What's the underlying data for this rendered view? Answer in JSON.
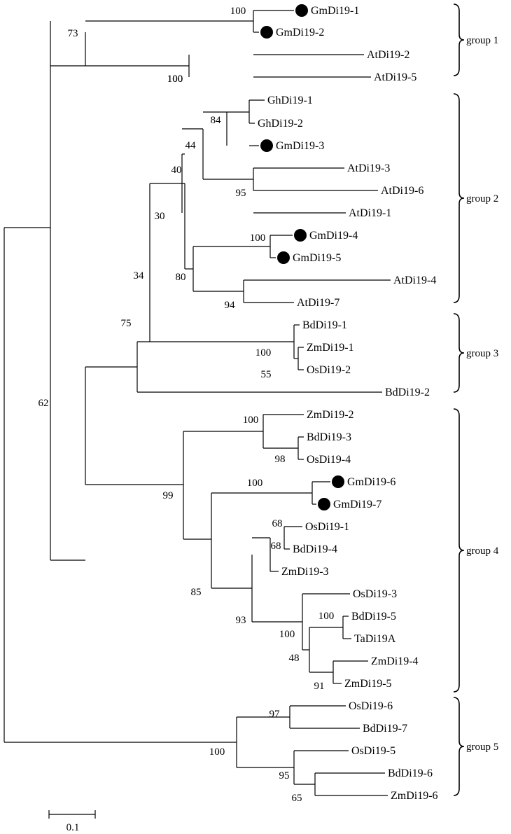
{
  "tree": {
    "leaves": [
      {
        "label": "GmDi19-1",
        "marker": true
      },
      {
        "label": "GmDi19-2",
        "marker": true
      },
      {
        "label": "AtDi19-2",
        "marker": false
      },
      {
        "label": "AtDi19-5",
        "marker": false
      },
      {
        "label": "GhDi19-1",
        "marker": false
      },
      {
        "label": "GhDi19-2",
        "marker": false
      },
      {
        "label": "GmDi19-3",
        "marker": true
      },
      {
        "label": "AtDi19-3",
        "marker": false
      },
      {
        "label": "AtDi19-6",
        "marker": false
      },
      {
        "label": "AtDi19-1",
        "marker": false
      },
      {
        "label": "GmDi19-4",
        "marker": true
      },
      {
        "label": "GmDi19-5",
        "marker": true
      },
      {
        "label": "AtDi19-4",
        "marker": false
      },
      {
        "label": "AtDi19-7",
        "marker": false
      },
      {
        "label": "BdDi19-1",
        "marker": false
      },
      {
        "label": "ZmDi19-1",
        "marker": false
      },
      {
        "label": "OsDi19-2",
        "marker": false
      },
      {
        "label": "BdDi19-2",
        "marker": false
      },
      {
        "label": "ZmDi19-2",
        "marker": false
      },
      {
        "label": "BdDi19-3",
        "marker": false
      },
      {
        "label": "OsDi19-4",
        "marker": false
      },
      {
        "label": "GmDi19-6",
        "marker": true
      },
      {
        "label": "GmDi19-7",
        "marker": true
      },
      {
        "label": "OsDi19-1",
        "marker": false
      },
      {
        "label": "BdDi19-4",
        "marker": false
      },
      {
        "label": "ZmDi19-3",
        "marker": false
      },
      {
        "label": "OsDi19-3",
        "marker": false
      },
      {
        "label": "BdDi19-5",
        "marker": false
      },
      {
        "label": "TaDi19A",
        "marker": false
      },
      {
        "label": "ZmDi19-4",
        "marker": false
      },
      {
        "label": "ZmDi19-5",
        "marker": false
      },
      {
        "label": "OsDi19-6",
        "marker": false
      },
      {
        "label": "BdDi19-7",
        "marker": false
      },
      {
        "label": "OsDi19-5",
        "marker": false
      },
      {
        "label": "BdDi19-6",
        "marker": false
      },
      {
        "label": "ZmDi19-6",
        "marker": false
      }
    ],
    "support_values": [
      "100",
      "73",
      "100",
      "100",
      "84",
      "44",
      "95",
      "40",
      "30",
      "100",
      "80",
      "94",
      "34",
      "100",
      "55",
      "75",
      "62",
      "100",
      "98",
      "100",
      "99",
      "68",
      "68",
      "85",
      "93",
      "100",
      "100",
      "48",
      "91",
      "97",
      "100",
      "95",
      "65"
    ],
    "groups": [
      "group 1",
      "group 2",
      "group 3",
      "group 4",
      "group 5"
    ],
    "scale_bar_label": "0.1",
    "colors": {
      "line": "#000000",
      "marker": "#000000",
      "background": "#ffffff"
    }
  }
}
